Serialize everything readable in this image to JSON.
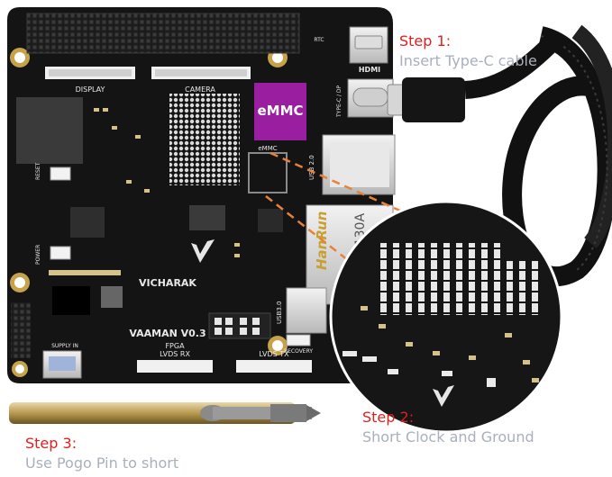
{
  "board": {
    "brand": "VICHARAK",
    "model": "VAAMAN V0.3",
    "silk": {
      "display": "DISPLAY",
      "camera": "CAMERA",
      "hdmi": "HDMI",
      "emmc_chip": "eMMC",
      "emmc_small": "eMMC",
      "usb2": "USB 2.0",
      "usb3": "USB3.0",
      "typec_dp": "TYPE-C / DP",
      "reset": "RESET",
      "power": "POWER",
      "recovery": "RECOVERY",
      "fpga": "FPGA",
      "lvds_rx": "LVDS RX",
      "lvds_tx": "LVDS TX",
      "rtc": "RTC",
      "supply": "SUPPLY IN",
      "hanrun": "HanRun",
      "part": "911130A"
    }
  },
  "colors": {
    "board": "#141414",
    "emmc": "#9a1fa0",
    "step_title": "#e02020",
    "step_text": "#a8b0bc",
    "dashed_line": "#e8823a"
  },
  "steps": [
    {
      "title": "Step 1:",
      "desc": "Insert Type-C cable"
    },
    {
      "title": "Step 2:",
      "desc": "Short Clock and Ground"
    },
    {
      "title": "Step 3:",
      "desc": "Use Pogo Pin to short"
    }
  ]
}
